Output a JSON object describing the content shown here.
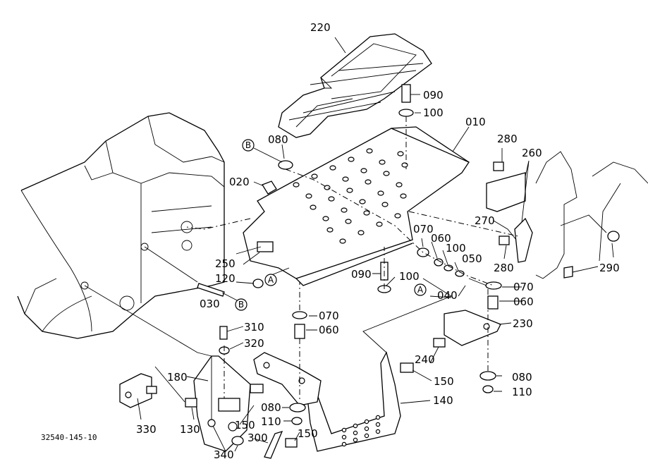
{
  "diagram": {
    "reference": "32540-145-10",
    "part_labels": [
      "220",
      "090",
      "100",
      "010",
      "280",
      "260",
      "080",
      "020",
      "270",
      "070",
      "060",
      "100",
      "050",
      "250",
      "120",
      "090",
      "100",
      "040",
      "070",
      "060",
      "030",
      "070",
      "060",
      "230",
      "310",
      "320",
      "240",
      "150",
      "180",
      "080",
      "110",
      "140",
      "080",
      "110",
      "330",
      "130",
      "150",
      "150",
      "300",
      "340",
      "290",
      "280"
    ],
    "callouts": [
      "B",
      "B",
      "A",
      "A"
    ]
  }
}
